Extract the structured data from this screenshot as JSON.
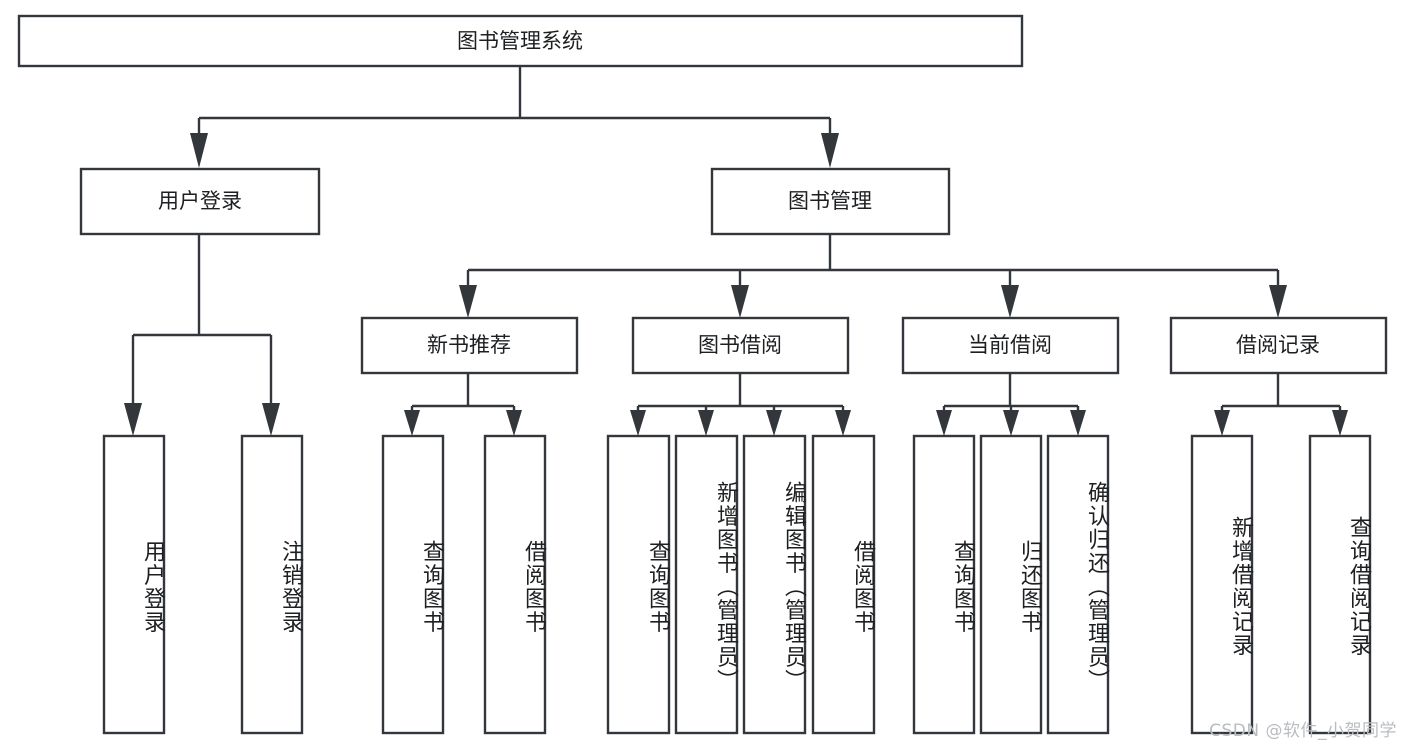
{
  "diagram": {
    "title": "图书管理系统",
    "type": "功能结构图",
    "style": {
      "box_fill": "#ffffff",
      "box_stroke": "#33373b",
      "text_color": "#1d1f21",
      "background": "#ffffff",
      "watermark_color": "#b9bcc0"
    },
    "root": {
      "label": "图书管理系统",
      "orientation": "horizontal"
    },
    "level2": [
      {
        "label": "用户登录",
        "orientation": "horizontal"
      },
      {
        "label": "图书管理",
        "orientation": "horizontal"
      }
    ],
    "level3": [
      {
        "label": "新书推荐",
        "orientation": "horizontal"
      },
      {
        "label": "图书借阅",
        "orientation": "horizontal"
      },
      {
        "label": "当前借阅",
        "orientation": "horizontal"
      },
      {
        "label": "借阅记录",
        "orientation": "horizontal"
      }
    ],
    "leaves": {
      "user_login": [
        {
          "label": "用户登录",
          "orientation": "vertical"
        },
        {
          "label": "注销登录",
          "orientation": "vertical"
        }
      ],
      "new_book_recommend": [
        {
          "label": "查询图书",
          "orientation": "vertical"
        },
        {
          "label": "借阅图书",
          "orientation": "vertical"
        }
      ],
      "book_borrow": [
        {
          "label": "查询图书",
          "orientation": "vertical"
        },
        {
          "label": "新增图书（管理员）",
          "orientation": "vertical"
        },
        {
          "label": "编辑图书（管理员）",
          "orientation": "vertical"
        },
        {
          "label": "借阅图书",
          "orientation": "vertical"
        }
      ],
      "current_borrow": [
        {
          "label": "查询图书",
          "orientation": "vertical"
        },
        {
          "label": "归还图书",
          "orientation": "vertical"
        },
        {
          "label": "确认归还（管理员）",
          "orientation": "vertical"
        }
      ],
      "borrow_record": [
        {
          "label": "新增借阅记录",
          "orientation": "vertical"
        },
        {
          "label": "查询借阅记录",
          "orientation": "vertical"
        }
      ]
    }
  },
  "watermark": {
    "text": "CSDN @软件_小贺同学"
  }
}
